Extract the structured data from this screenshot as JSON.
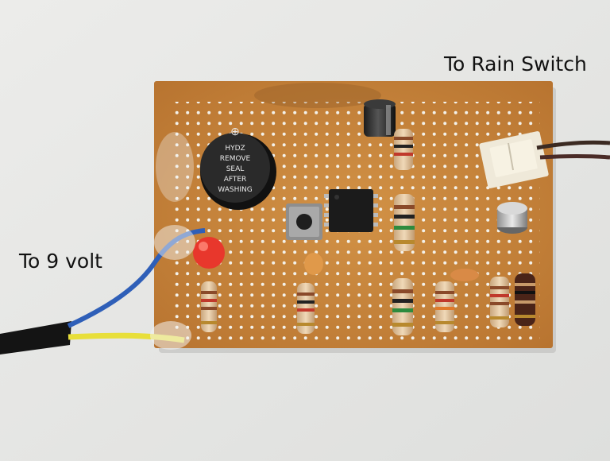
{
  "labels": {
    "rain_switch": "To Rain Switch",
    "battery": "To 9 volt"
  },
  "buzzer": {
    "line1": "HYDZ",
    "line2": "REMOVE",
    "line3": "SEAL",
    "line4": "AFTER",
    "line5": "WASHING"
  },
  "colors": {
    "background": "#e9e9e7",
    "board": "#c98a3e",
    "wire_blue": "#2f5fb8",
    "wire_yellow": "#e8df3a",
    "led_red": "#e8372c"
  }
}
